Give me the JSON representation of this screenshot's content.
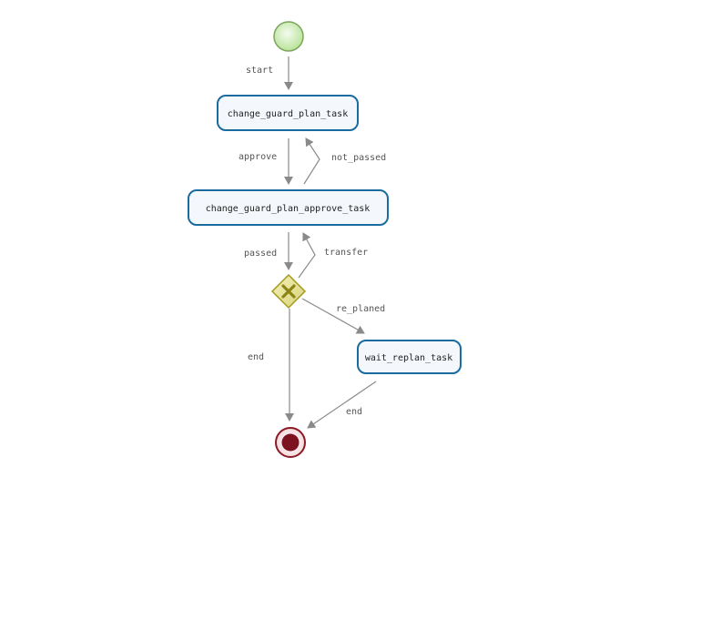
{
  "diagram": {
    "nodes": {
      "start": {
        "kind": "start-event",
        "icon": "start-event-circle"
      },
      "task1": {
        "kind": "user-task",
        "label": "change_guard_plan_task"
      },
      "task2": {
        "kind": "user-task",
        "label": "change_guard_plan_approve_task"
      },
      "gateway": {
        "kind": "exclusive-gateway",
        "icon": "exclusive-gateway-x"
      },
      "task3": {
        "kind": "user-task",
        "label": "wait_replan_task"
      },
      "end": {
        "kind": "end-event",
        "icon": "end-event-circle"
      }
    },
    "edges": {
      "start": "start",
      "approve": "approve",
      "not_passed": "not_passed",
      "passed": "passed",
      "transfer": "transfer",
      "re_planed": "re_planed",
      "end_from_gateway": "end",
      "end_from_replan": "end"
    },
    "colors": {
      "task_border": "#1a6b9e",
      "task_fill": "#f4f8fc",
      "start_fill": "#c9ecb0",
      "start_stroke": "#7da65a",
      "gateway_fill": "#e6e39a",
      "gateway_stroke": "#a39a1e",
      "end_fill": "#7c1220",
      "end_stroke": "#8a1a26",
      "edge": "#8a8a8a"
    }
  }
}
